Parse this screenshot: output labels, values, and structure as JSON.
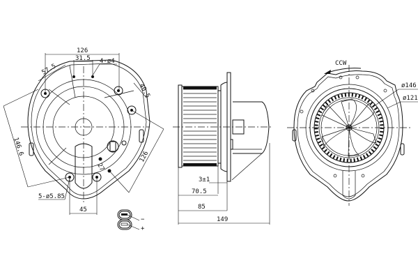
{
  "views": {
    "rear_view": {
      "dimensions": {
        "mount_span": "126",
        "slot_spacing": "31.5",
        "slot_holes": "4-ø4",
        "top_left_offset": "57.5",
        "right_offset": "40.5",
        "diagonal_right": "126",
        "diagonal_left": "146.6",
        "hole_pitch_small": "27",
        "mount_holes": "5-ø5.85",
        "bottom_spacing": "45"
      },
      "connector": {
        "negative": "−",
        "positive": "+"
      }
    },
    "side_view": {
      "dimensions": {
        "gap": "3±1",
        "wheel_depth": "70.5",
        "flange_depth": "85",
        "overall_length": "149"
      }
    },
    "front_view": {
      "rotation": "CCW",
      "dimensions": {
        "outer_diameter": "ø146",
        "inner_diameter": "ø121"
      }
    }
  }
}
